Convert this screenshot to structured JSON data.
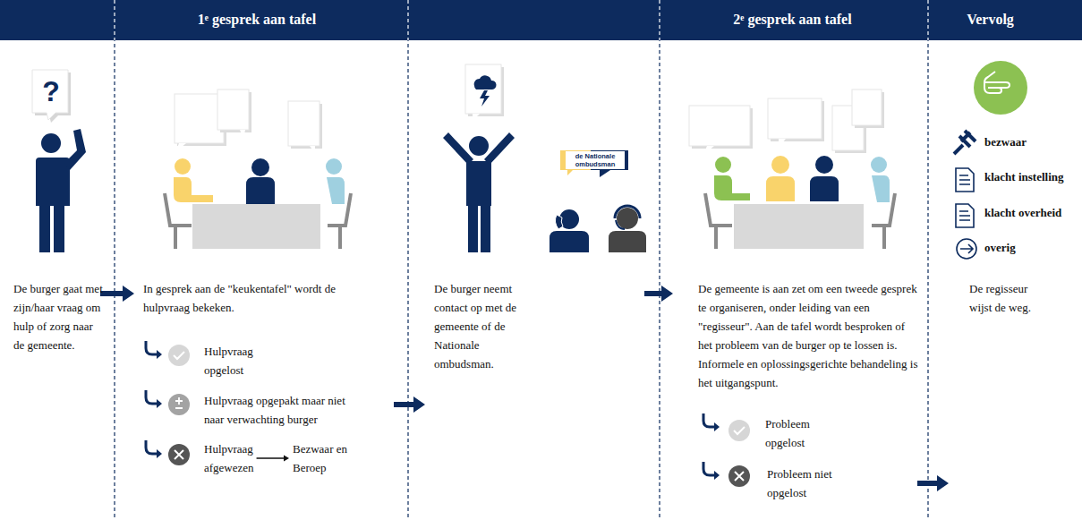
{
  "diagram": {
    "nodes": [
      {
        "text": [
          "De burger gaat met zijn/haar vraag om hulp of zorg naar de gemeente."
        ]
      },
      {
        "text": [
          "1ᵉ gesprek aan tafel",
          "In gesprek aan de \"keukentafel\" wordt de hulpvraag bekeken."
        ]
      },
      {
        "text": [
          "Hulpvraag opgelost"
        ],
        "in": 1
      },
      {
        "text": [
          "Hulpvraag opgepakt maar niet naar verwachting burger"
        ],
        "in": 1
      },
      {
        "text": [
          "Hulpvraag afgewezen"
        ],
        "in": 1
      },
      {
        "text": [
          "Bezwaar en Beroep"
        ],
        "in": 1
      },
      {
        "text": [
          "De burger neemt contact op met de gemeente of de Nationale ombudsman."
        ]
      },
      {
        "text": [
          "2ᵉ gesprek aan tafel",
          "De gemeente is aan zet om een tweede gesprek te organiseren, onder leiding van een \"regisseur\". Aan de tafel wordt besproken of het probleem van de burger op te lossen is. Informele en oplossingsgerichte behandeling is het uitgangspunt."
        ]
      },
      {
        "text": [
          "Probleem opgelost"
        ],
        "in": 7
      },
      {
        "text": [
          "Probleem niet opgelost"
        ],
        "in": 7
      },
      {
        "text": [
          "Vervolg",
          "De regisseur wijst de weg."
        ]
      }
    ],
    "edges": [
      {
        "from": 0,
        "to": 1,
        "arrow": "to"
      },
      {
        "from": 1,
        "to": 6,
        "arrow": "to"
      },
      {
        "from": 6,
        "to": 7,
        "arrow": "to"
      },
      {
        "from": 7,
        "to": 10,
        "arrow": "to"
      },
      {
        "from": 4,
        "to": 5,
        "arrow": "to"
      }
    ],
    "labels": [
      "?",
      "de Nationale ombudsman",
      "bezwaar",
      "klacht instelling",
      "klacht overheid",
      "overig"
    ]
  }
}
